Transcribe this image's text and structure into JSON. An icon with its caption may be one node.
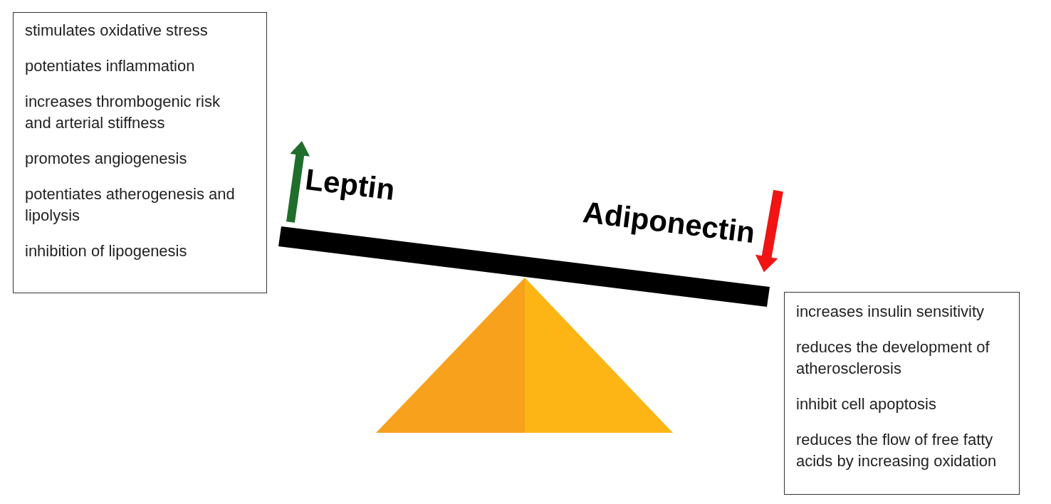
{
  "diagram": {
    "nodes": [
      {
        "text": [
          "stimulates oxidative stress",
          "potentiates inflammation",
          "increases thrombogenic risk and arterial stiffness",
          "promotes angiogenesis",
          "potentiates atherogenesis and lipolysis",
          "inhibition of lipogenesis"
        ]
      },
      {
        "text": [
          "increases insulin sensitivity",
          "reduces the development of atherosclerosis",
          "inhibit cell apoptosis",
          "reduces the flow of free fatty acids by increasing oxidation"
        ]
      }
    ],
    "labels": [
      "Leptin",
      "Adiponectin"
    ]
  }
}
